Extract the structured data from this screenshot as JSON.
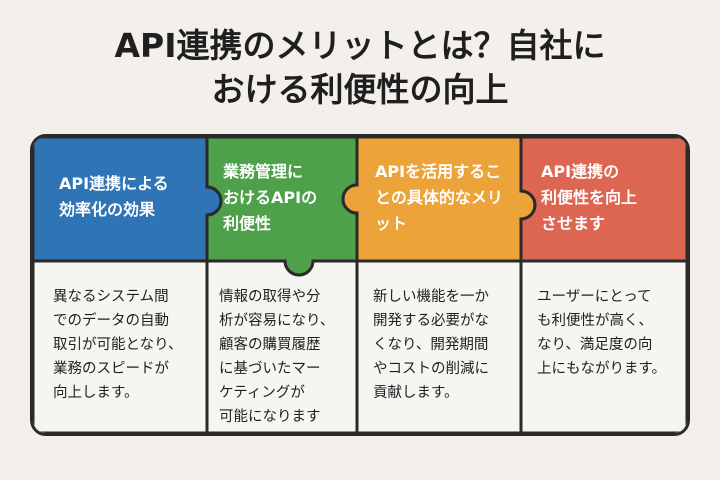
{
  "title": {
    "line1": "API連携のメリットとは？自社に",
    "line2": "おける利便性の向上"
  },
  "colors": {
    "blue": "#2f74b5",
    "green": "#4ea04a",
    "orange": "#eba33a",
    "red": "#dd6652",
    "outline": "#2a2a2a"
  },
  "pieces": [
    {
      "heading": [
        "API連携による",
        "効率化の効果"
      ],
      "body": [
        "異なるシステム間",
        "でのデータの自動",
        "取引が可能となり、",
        "業務のスピードが",
        "向上します。"
      ]
    },
    {
      "heading": [
        "業務管理に",
        "おけるAPIの",
        "利便性"
      ],
      "body": [
        "情報の取得や分",
        "析が容易になり、",
        "顧客の購買履歴",
        "に基づいたマー",
        "ケティングが",
        "可能になります"
      ]
    },
    {
      "heading": [
        "APIを活用するこ",
        "との具体的なメリ",
        "ット"
      ],
      "body": [
        "新しい機能を一か",
        "開発する必要がな",
        "くなり、開発期間",
        "やコストの削減に",
        "貢献します。"
      ]
    },
    {
      "heading": [
        "API連携の",
        "利便性を向上",
        "させます"
      ],
      "body": [
        "ユーザーにとって",
        "も利便性が高く、",
        "なり、満足度の向",
        "上にもながります。"
      ]
    }
  ]
}
